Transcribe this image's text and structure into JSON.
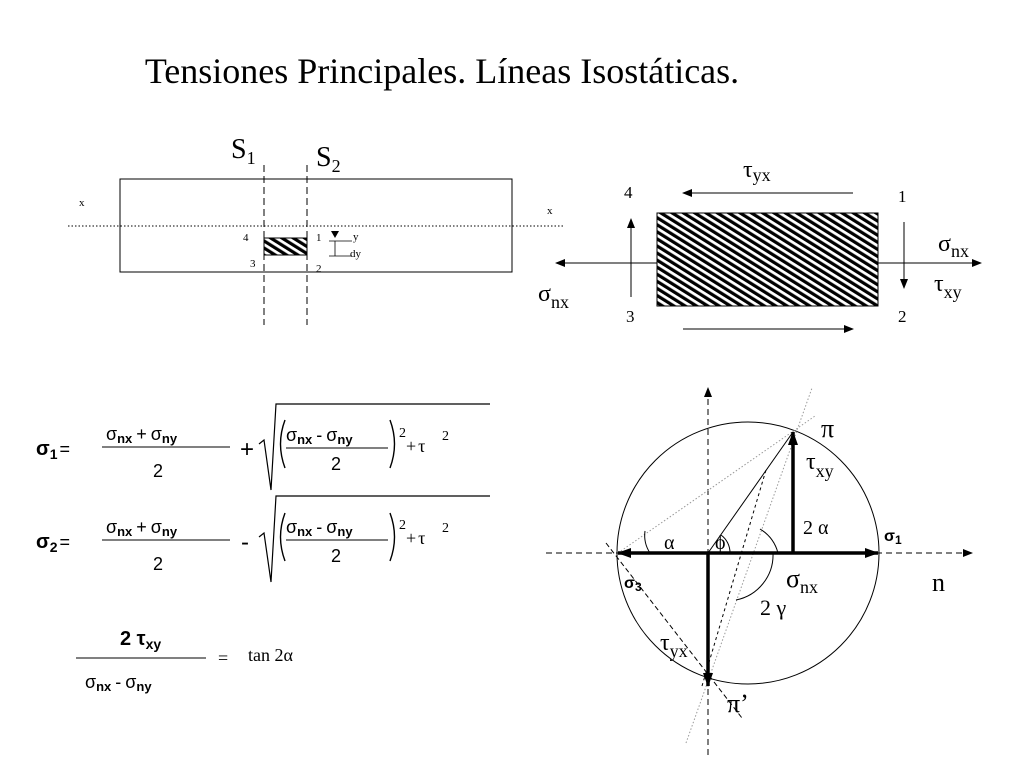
{
  "title": "Tensiones Principales. Líneas Isostáticas.",
  "beam": {
    "section_1": "S",
    "section_1_sub": "1",
    "section_2": "S",
    "section_2_sub": "2",
    "x_left": "x",
    "x_right": "x",
    "corner_4": "4",
    "corner_1": "1",
    "corner_3": "3",
    "corner_2": "2",
    "y_label": "y",
    "dy_label": "dy"
  },
  "element": {
    "tau_yx": "τ",
    "tau_yx_sub": "yx",
    "sigma_nx_right": "σ",
    "sigma_nx_right_sub": "nx",
    "tau_xy": "τ",
    "tau_xy_sub": "xy",
    "sigma_nx_left": "σ",
    "sigma_nx_left_sub": "nx",
    "corner_4": "4",
    "corner_1": "1",
    "corner_3": "3",
    "corner_2": "2"
  },
  "formulas": {
    "sigma1_lhs": "σ",
    "sigma1_lhs_sub": "1",
    "sigma2_lhs": "σ",
    "sigma2_lhs_sub": "2",
    "equals": "=",
    "sigma": "σ",
    "sub_nx": "nx",
    "sub_ny": "ny",
    "plus": "+",
    "minus": "-",
    "denominator": "2",
    "exp_2": "2",
    "tau": "τ",
    "tan_numerator": "2 τ",
    "tan_numerator_sub": "xy",
    "tan_rhs": "tan 2α"
  },
  "mohr": {
    "pi": "π",
    "pi_prime": "π’",
    "tau_xy": "τ",
    "tau_xy_sub": "xy",
    "two_alpha": "2 α",
    "sigma_1": "σ",
    "sigma_1_sub": "1",
    "alpha": "α",
    "phi": "ϕ",
    "sigma_nx": "σ",
    "sigma_nx_sub": "nx",
    "n": "n",
    "sigma_3": "σ",
    "sigma_3_sub": "3",
    "two_gamma": "2 γ",
    "tau_yx": "τ",
    "tau_yx_sub": "yx"
  },
  "colors": {
    "ink": "#000000",
    "background": "#ffffff",
    "guide": "#9a9a9a"
  }
}
